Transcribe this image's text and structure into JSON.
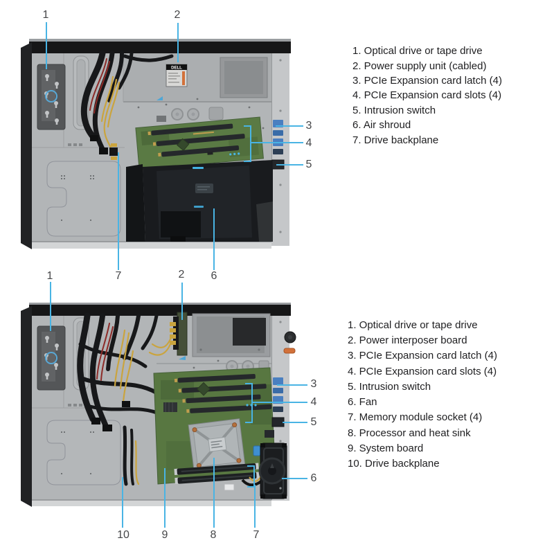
{
  "colors": {
    "background": "#ffffff",
    "leader_line": "#49b4e4",
    "callout_number": "#454648",
    "legend_text": "#1e1e20",
    "chassis_metal": "#b2b5b7",
    "board_green": "#587741",
    "shroud_black": "#191b1e"
  },
  "figure1": {
    "psu_label": "DELL",
    "callouts": {
      "n1": "1",
      "n2": "2",
      "n3": "3",
      "n4": "4",
      "n5": "5",
      "n6": "6",
      "n7": "7"
    },
    "legend": [
      "1. Optical drive or tape drive",
      "2. Power supply unit (cabled)",
      "3. PCIe Expansion card latch (4)",
      "4. PCIe Expansion card slots (4)",
      "5. Intrusion switch",
      "6. Air shroud",
      "7. Drive backplane"
    ]
  },
  "figure2": {
    "callouts": {
      "n1": "1",
      "n2": "2",
      "n3": "3",
      "n4": "4",
      "n5": "5",
      "n6": "6",
      "n7": "7",
      "n8": "8",
      "n9": "9",
      "n10": "10"
    },
    "legend": [
      "1. Optical drive or tape drive",
      "2. Power interposer board",
      "3. PCIe Expansion card latch (4)",
      "4. PCIe Expansion card slots (4)",
      "5. Intrusion switch",
      "6. Fan",
      "7. Memory module socket (4)",
      "8. Processor and heat sink",
      "9. System board",
      "10. Drive backplane"
    ]
  }
}
